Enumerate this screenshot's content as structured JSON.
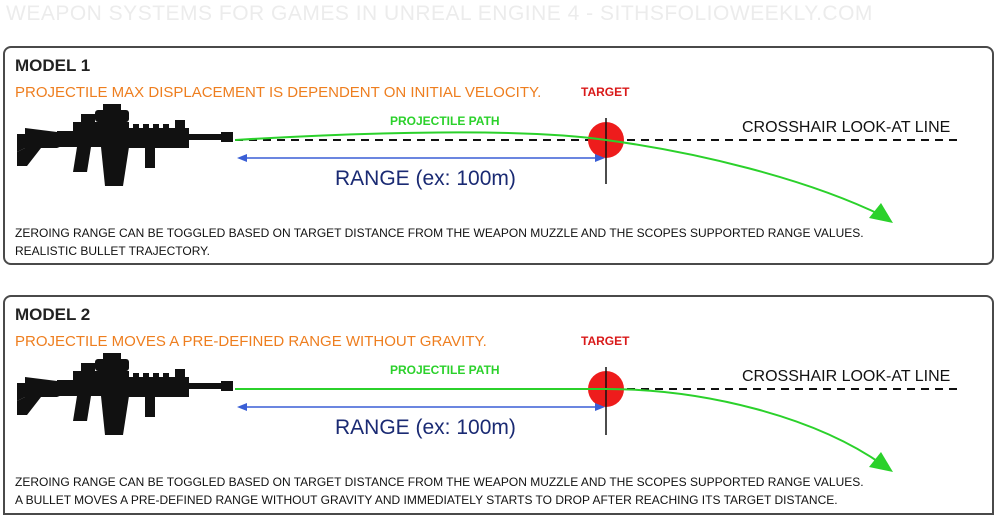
{
  "header": {
    "title": "WEAPON SYSTEMS FOR GAMES IN UNREAL ENGINE 4 - SITHSFOLIOWEEKLY.COM"
  },
  "models": [
    {
      "title": "MODEL 1",
      "subtitle": "PROJECTILE MAX DISPLACEMENT IS DEPENDENT ON INITIAL VELOCITY.",
      "target_label": "TARGET",
      "path_label": "PROJECTILE PATH",
      "crosshair_label": "CROSSHAIR LOOK-AT LINE",
      "range_label": "RANGE (ex: 100m)",
      "description": [
        "ZEROING RANGE CAN BE TOGGLED BASED ON TARGET DISTANCE FROM THE WEAPON MUZZLE AND THE SCOPES SUPPORTED RANGE VALUES.",
        "REALISTIC BULLET TRAJECTORY."
      ]
    },
    {
      "title": "MODEL 2",
      "subtitle": "PROJECTILE MOVES A PRE-DEFINED RANGE WITHOUT GRAVITY.",
      "target_label": "TARGET",
      "path_label": "PROJECTILE PATH",
      "crosshair_label": "CROSSHAIR LOOK-AT LINE",
      "range_label": "RANGE (ex: 100m)",
      "description": [
        "ZEROING RANGE CAN BE TOGGLED BASED ON TARGET DISTANCE FROM THE WEAPON MUZZLE AND THE SCOPES SUPPORTED RANGE VALUES.",
        "A BULLET MOVES A PRE-DEFINED RANGE WITHOUT GRAVITY AND IMMEDIATELY STARTS TO DROP AFTER REACHING ITS TARGET DISTANCE."
      ]
    }
  ],
  "colors": {
    "subtitle": "#ee7e1f",
    "target": "#ee1c1c",
    "target_label": "#d91a1a",
    "projectile_path": "#2bd12b",
    "range_arrow": "#3a5fd6",
    "range_text": "#1a2a73",
    "crosshair_line": "#111111",
    "border": "#4a4a4a"
  },
  "icons": [
    "rifle-icon",
    "target-icon",
    "arrowhead-icon"
  ]
}
